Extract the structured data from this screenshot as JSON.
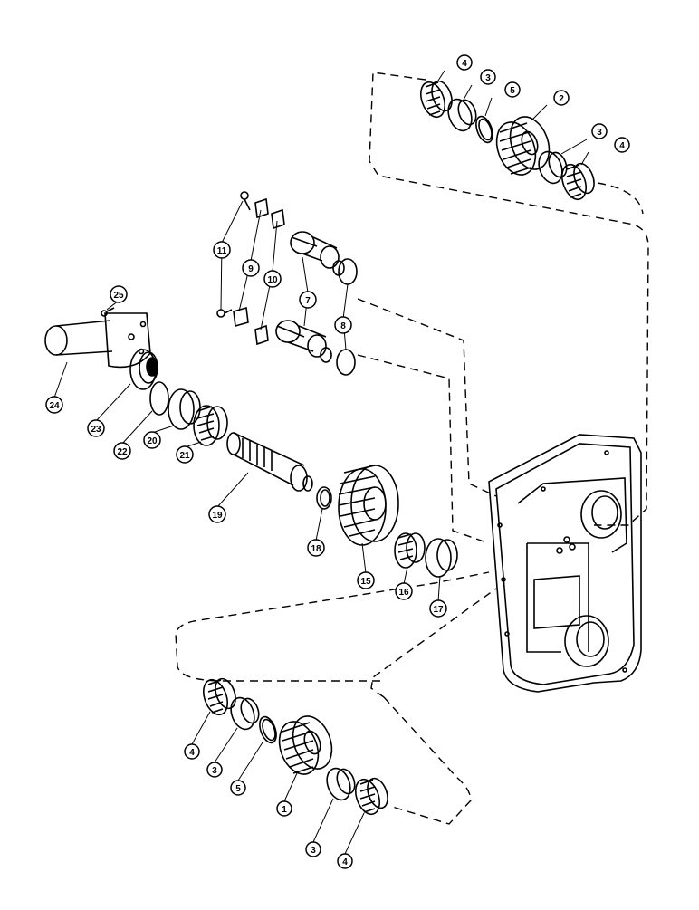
{
  "diagram": {
    "callouts": [
      {
        "id": "c4a",
        "label": "4"
      },
      {
        "id": "c3a",
        "label": "3"
      },
      {
        "id": "c5a",
        "label": "5"
      },
      {
        "id": "c2",
        "label": "2"
      },
      {
        "id": "c3b",
        "label": "3"
      },
      {
        "id": "c4b",
        "label": "4"
      },
      {
        "id": "c11",
        "label": "11"
      },
      {
        "id": "c9",
        "label": "9"
      },
      {
        "id": "c10",
        "label": "10"
      },
      {
        "id": "c7",
        "label": "7"
      },
      {
        "id": "c8",
        "label": "8"
      },
      {
        "id": "c25",
        "label": "25"
      },
      {
        "id": "c24",
        "label": "24"
      },
      {
        "id": "c23",
        "label": "23"
      },
      {
        "id": "c22",
        "label": "22"
      },
      {
        "id": "c20",
        "label": "20"
      },
      {
        "id": "c21",
        "label": "21"
      },
      {
        "id": "c19",
        "label": "19"
      },
      {
        "id": "c18",
        "label": "18"
      },
      {
        "id": "c15",
        "label": "15"
      },
      {
        "id": "c16",
        "label": "16"
      },
      {
        "id": "c17",
        "label": "17"
      },
      {
        "id": "c4c",
        "label": "4"
      },
      {
        "id": "c3c",
        "label": "3"
      },
      {
        "id": "c5c",
        "label": "5"
      },
      {
        "id": "c1",
        "label": "1"
      },
      {
        "id": "c3d",
        "label": "3"
      },
      {
        "id": "c4d",
        "label": "4"
      }
    ]
  }
}
